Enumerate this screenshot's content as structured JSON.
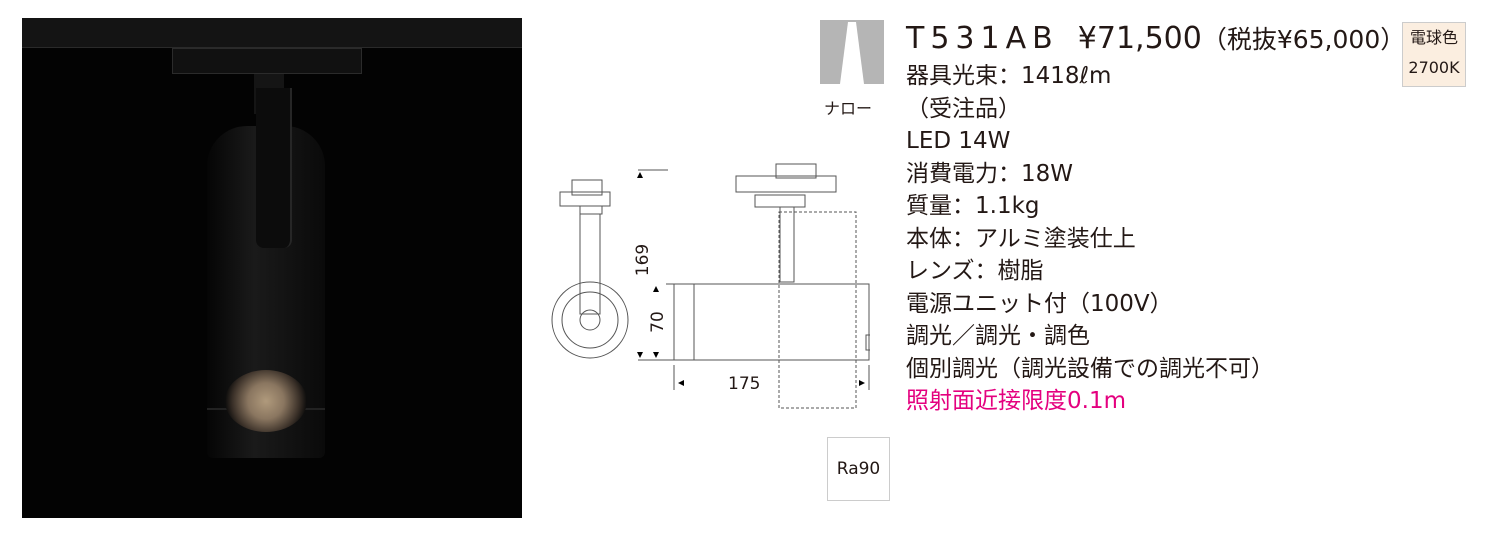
{
  "product": {
    "model": "T531AB",
    "price": "¥71,500",
    "price_excl_tax": "（税抜¥65,000）",
    "beam_label": "ナロー",
    "color_temp_name": "電球色",
    "color_temp_k": "2700K",
    "cri_badge": "Ra90",
    "specs": [
      "器具光束：1418ℓm",
      "（受注品）",
      "LED 14W",
      "消費電力：18W",
      "質量：1.1kg",
      "本体：アルミ塗装仕上",
      "レンズ：樹脂",
      "電源ユニット付（100V）",
      "調光／調光・調色",
      "個別調光（調光設備での調光不可）"
    ],
    "warning": "照射面近接限度0.1m"
  },
  "drawing": {
    "height_dim": "169",
    "diameter_dim": "70",
    "length_dim": "175"
  },
  "colors": {
    "warning": "#e4007f",
    "badge_bg": "#fbeee0",
    "beam_bg": "#b5b5b5"
  }
}
